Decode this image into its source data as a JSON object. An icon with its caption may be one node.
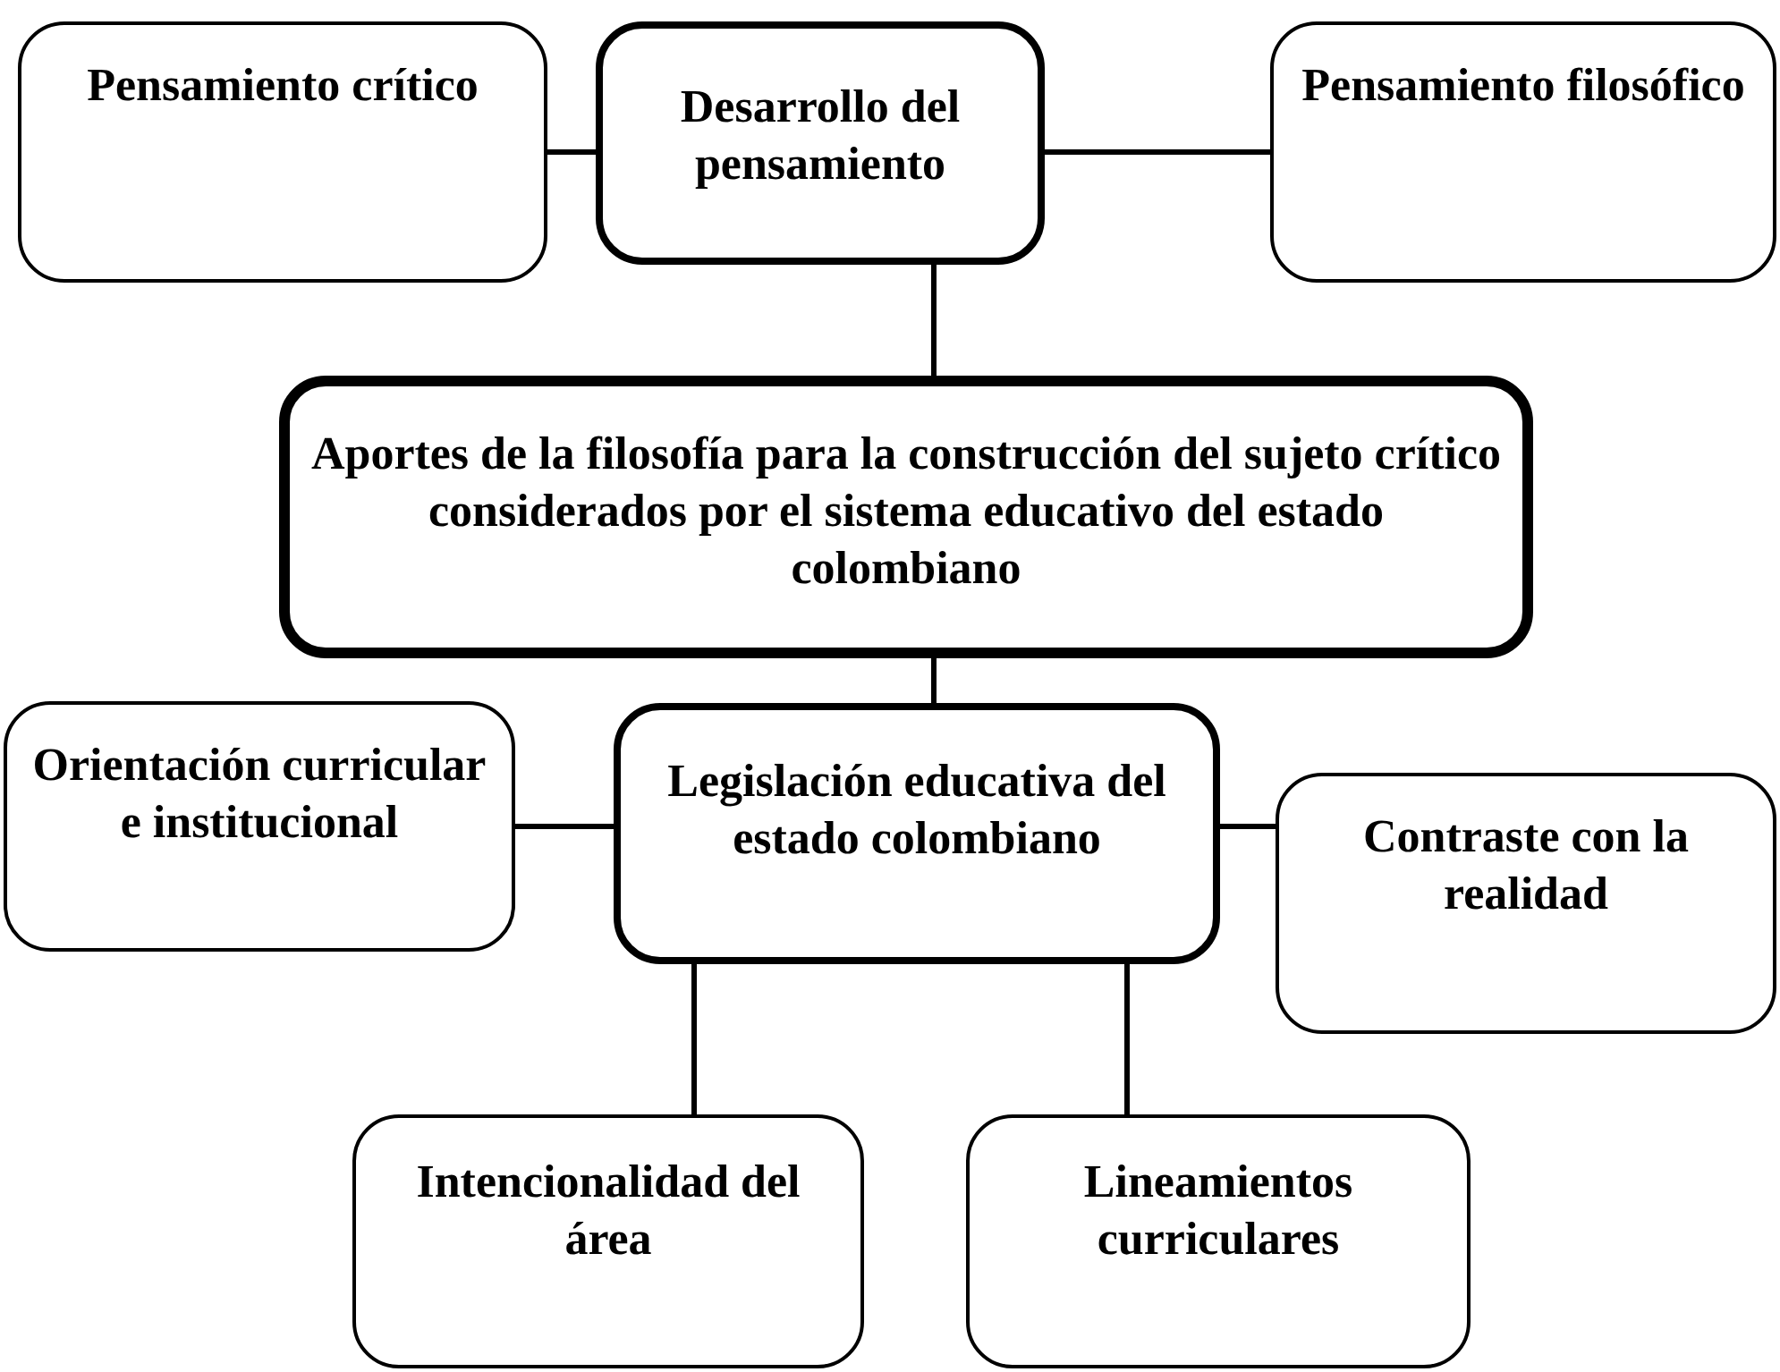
{
  "diagram": {
    "nodes": [
      {
        "text": [
          "Pensamiento crítico"
        ]
      },
      {
        "text": [
          "Desarrollo del pensamiento"
        ]
      },
      {
        "text": [
          "Pensamiento filosófico"
        ]
      },
      {
        "text": [
          "Aportes de la filosofía para la construcción del sujeto crítico considerados por el sistema educativo del estado colombiano"
        ]
      },
      {
        "text": [
          "Orientación curricular e institucional"
        ]
      },
      {
        "text": [
          "Legislación educativa del estado colombiano"
        ]
      },
      {
        "text": [
          "Contraste con la realidad"
        ]
      },
      {
        "text": [
          "Intencionalidad del área"
        ]
      },
      {
        "text": [
          "Lineamientos curriculares"
        ]
      }
    ],
    "edges": [
      {
        "from": 0,
        "to": 1,
        "arrow": "none"
      },
      {
        "from": 1,
        "to": 2,
        "arrow": "none"
      },
      {
        "from": 1,
        "to": 3,
        "arrow": "none"
      },
      {
        "from": 3,
        "to": 5,
        "arrow": "none"
      },
      {
        "from": 4,
        "to": 5,
        "arrow": "none"
      },
      {
        "from": 5,
        "to": 6,
        "arrow": "none"
      },
      {
        "from": 5,
        "to": 7,
        "arrow": "none"
      },
      {
        "from": 5,
        "to": 8,
        "arrow": "none"
      }
    ]
  }
}
